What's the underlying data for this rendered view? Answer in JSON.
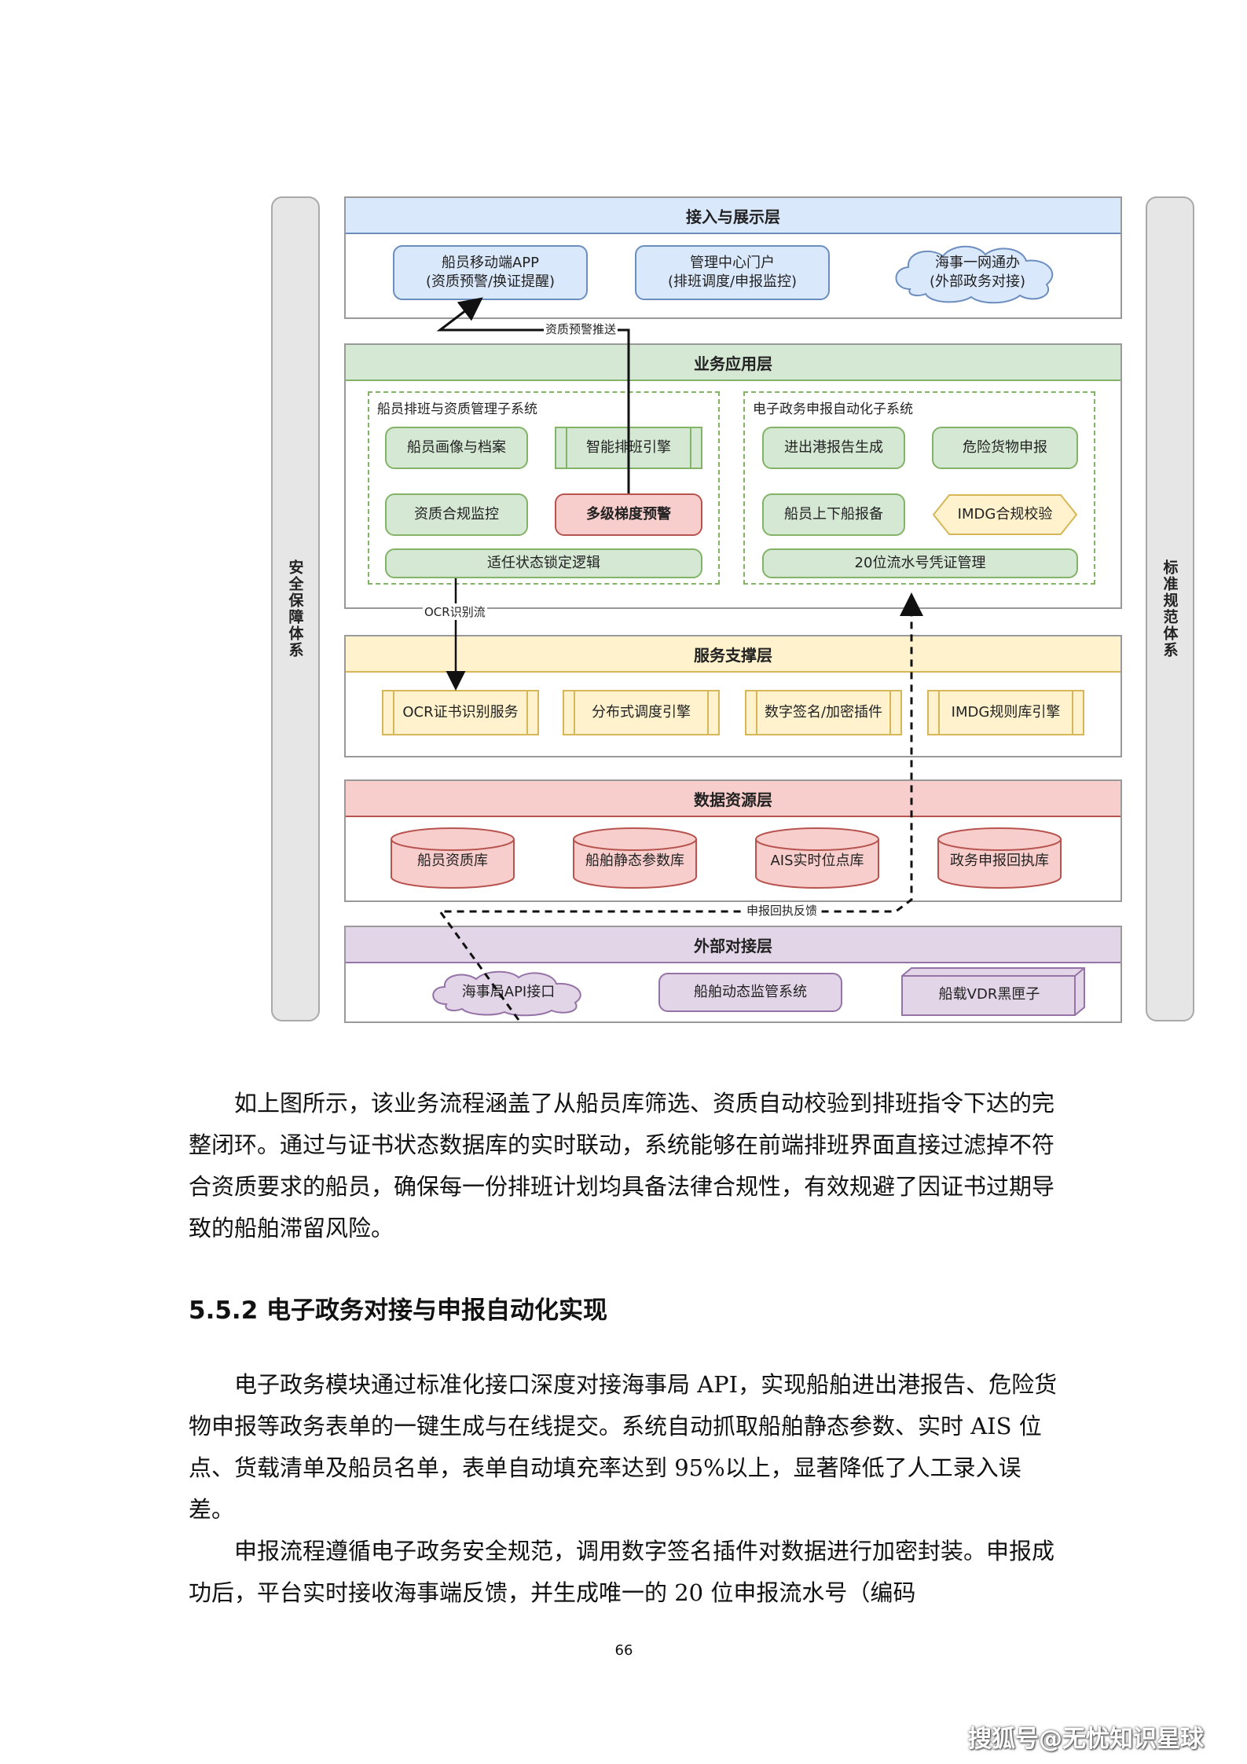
{
  "diagram": {
    "left_pillar": "安全保障体系",
    "right_pillar": "标准规范体系",
    "layers": {
      "access": {
        "title": "接入与展示层",
        "boxes": [
          "船员移动端APP\n(资质预警/换证提醒)",
          "管理中心门户\n(排班调度/申报监控)",
          "海事一网通办\n(外部政务对接)"
        ]
      },
      "business": {
        "title": "业务应用层",
        "subsys_left": {
          "title": "船员排班与资质管理子系统",
          "items": [
            "船员画像与档案",
            "智能排班引擎",
            "资质合规监控",
            "多级梯度预警",
            "适任状态锁定逻辑"
          ]
        },
        "subsys_right": {
          "title": "电子政务申报自动化子系统",
          "items": [
            "进出港报告生成",
            "危险货物申报",
            "船员上下船报备",
            "IMDG合规校验",
            "20位流水号凭证管理"
          ]
        }
      },
      "service": {
        "title": "服务支撑层",
        "boxes": [
          "OCR证书识别服务",
          "分布式调度引擎",
          "数字签名/加密插件",
          "IMDG规则库引擎"
        ]
      },
      "data": {
        "title": "数据资源层",
        "boxes": [
          "船员资质库",
          "船舶静态参数库",
          "AIS实时位点库",
          "政务申报回执库"
        ]
      },
      "external": {
        "title": "外部对接层",
        "boxes": [
          "海事局API接口",
          "船舶动态监管系统",
          "船载VDR黑匣子"
        ]
      }
    },
    "flows": {
      "push": "资质预警推送",
      "ocr": "OCR识别流",
      "feedback": "申报回执反馈"
    },
    "colors": {
      "blue": "#dae8fc",
      "green": "#d5e8d4",
      "yellow": "#fff2cc",
      "red": "#f8cecc",
      "purple": "#e1d5e7"
    }
  },
  "text": {
    "p1": "如上图所示，该业务流程涵盖了从船员库筛选、资质自动校验到排班指令下达的完整闭环。通过与证书状态数据库的实时联动，系统能够在前端排班界面直接过滤掉不符合资质要求的船员，确保每一份排班计划均具备法律合规性，有效规避了因证书过期导致的船舶滞留风险。",
    "heading": "5.5.2 电子政务对接与申报自动化实现",
    "p2": "电子政务模块通过标准化接口深度对接海事局 API，实现船舶进出港报告、危险货物申报等政务表单的一键生成与在线提交。系统自动抓取船舶静态参数、实时 AIS 位点、货载清单及船员名单，表单自动填充率达到 95%以上，显著降低了人工录入误差。",
    "p3": "申报流程遵循电子政务安全规范，调用数字签名插件对数据进行加密封装。申报成功后，平台实时接收海事端反馈，并生成唯一的 20 位申报流水号（编码",
    "page_number": "66",
    "footer": "搜狐号@无忧知识星球"
  }
}
